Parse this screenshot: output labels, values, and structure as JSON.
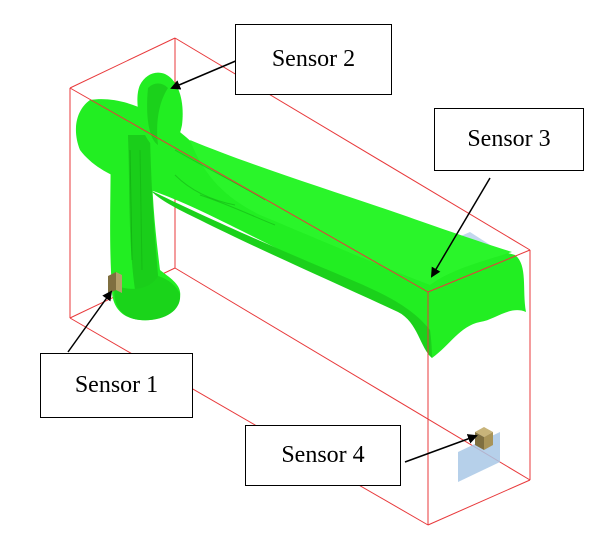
{
  "labels": {
    "sensor1": "Sensor 1",
    "sensor2": "Sensor 2",
    "sensor3": "Sensor 3",
    "sensor4": "Sensor 4"
  },
  "colors": {
    "box_edges": "#e8393b",
    "green_body": "#22ee22",
    "green_shade": "#14b414",
    "green_dark": "#0b8a0b",
    "sensor_cube": "#9c8a55",
    "sensor_panel": "#a9c8e6",
    "arrow": "#000000"
  }
}
